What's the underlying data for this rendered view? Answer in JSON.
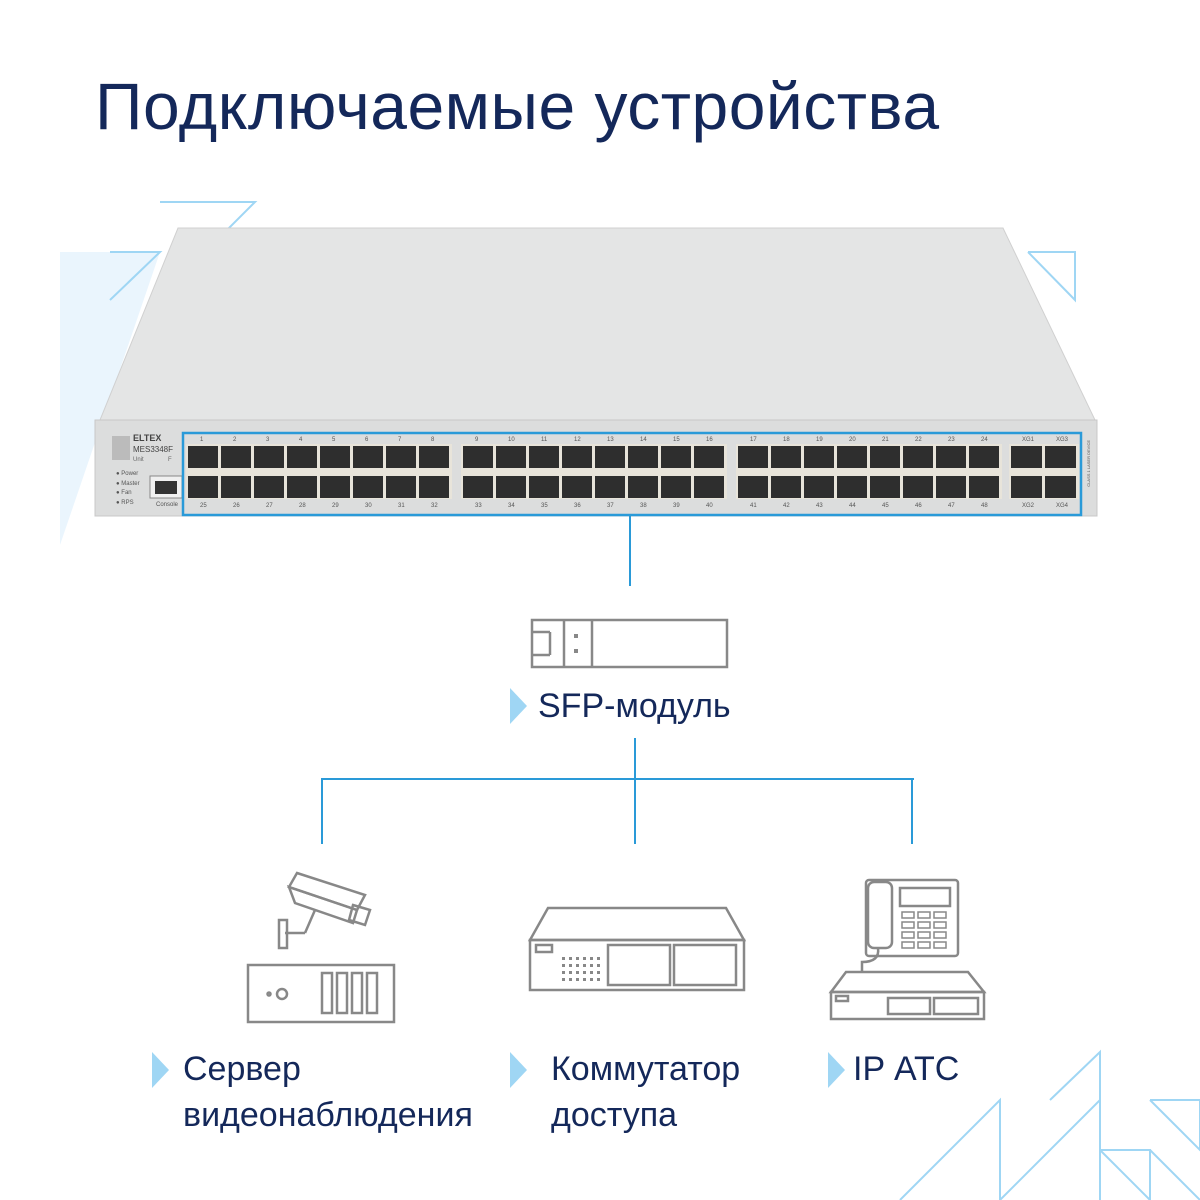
{
  "title": "Подключаемые устройства",
  "switch": {
    "brand": "ELTEX",
    "model": "MES3348F",
    "unit_label": "Unit",
    "f_label": "F",
    "leds": [
      "Power",
      "Master",
      "Fan",
      "RPS"
    ],
    "console_label": "Console",
    "top_ports": [
      "1",
      "2",
      "3",
      "4",
      "5",
      "6",
      "7",
      "8",
      "9",
      "10",
      "11",
      "12",
      "13",
      "14",
      "15",
      "16",
      "17",
      "18",
      "19",
      "20",
      "21",
      "22",
      "23",
      "24"
    ],
    "bottom_ports": [
      "25",
      "26",
      "27",
      "28",
      "29",
      "30",
      "31",
      "32",
      "33",
      "34",
      "35",
      "36",
      "37",
      "38",
      "39",
      "40",
      "41",
      "42",
      "43",
      "44",
      "45",
      "46",
      "47",
      "48"
    ],
    "xg_top": [
      "XG1",
      "XG3"
    ],
    "xg_bottom": [
      "XG2",
      "XG4"
    ],
    "laser_label": "CLASS 1 LASER DEVICE",
    "accent": "#2a9ad8"
  },
  "sfp": {
    "label": "SFP-модуль"
  },
  "devices": [
    {
      "line1": "Сервер",
      "line2": "видеонаблюдения"
    },
    {
      "line1": "Коммутатор",
      "line2": "доступа"
    },
    {
      "line1": "IP АТС"
    }
  ]
}
